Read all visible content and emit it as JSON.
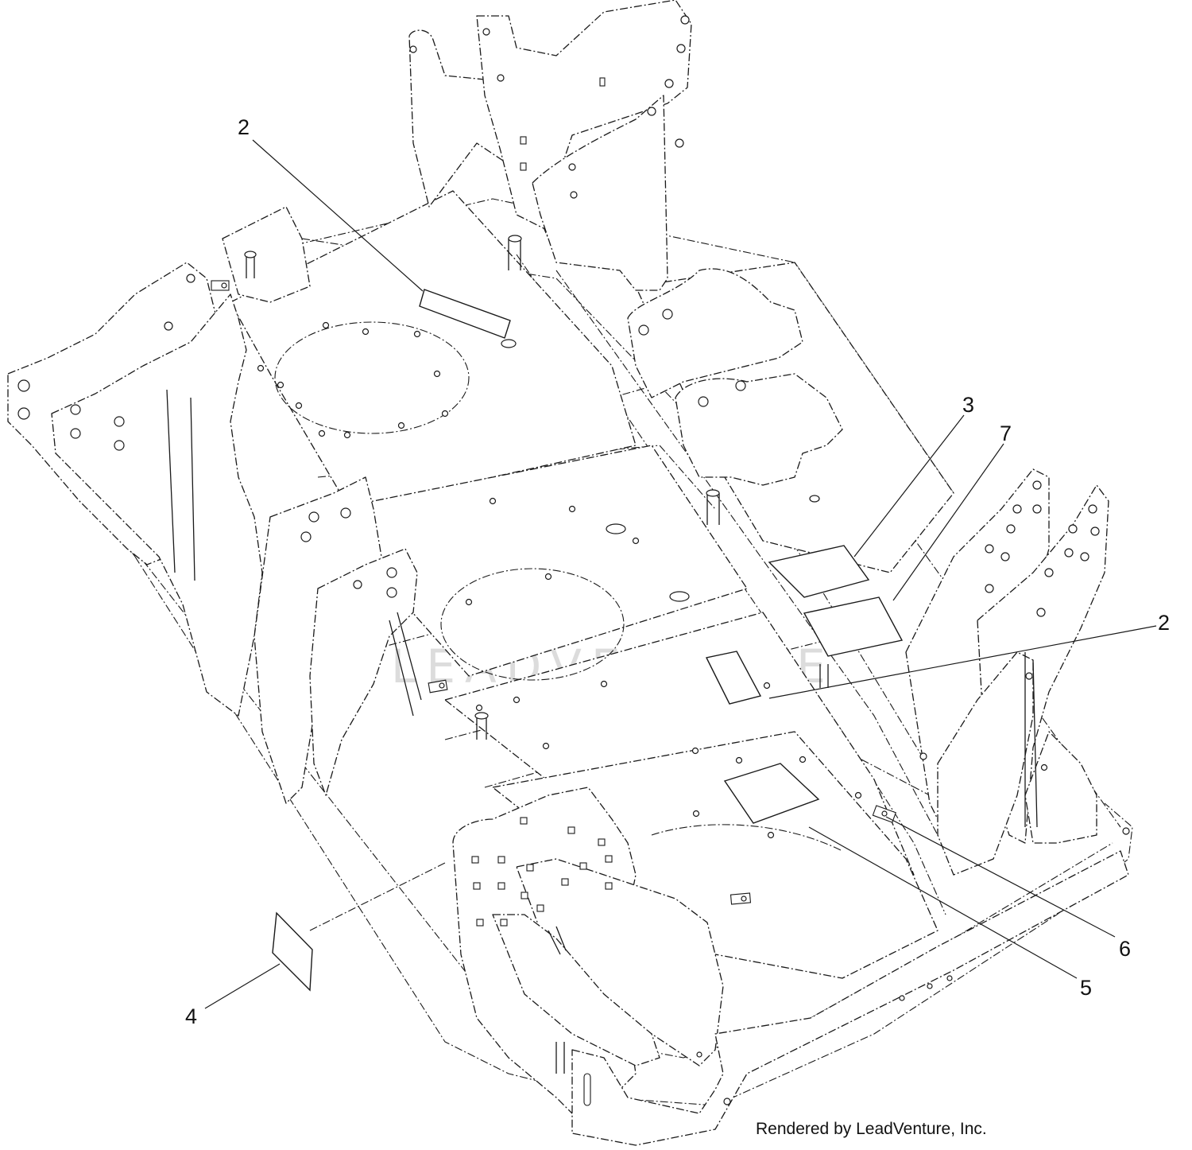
{
  "watermark": {
    "text": "LEADVENTURE"
  },
  "credit": "Rendered by LeadVenture, Inc.",
  "callouts": [
    {
      "id": "callout-2-top",
      "label": "2"
    },
    {
      "id": "callout-3",
      "label": "3"
    },
    {
      "id": "callout-7",
      "label": "7"
    },
    {
      "id": "callout-2-right",
      "label": "2"
    },
    {
      "id": "callout-6",
      "label": "6"
    },
    {
      "id": "callout-5",
      "label": "5"
    },
    {
      "id": "callout-4",
      "label": "4"
    }
  ]
}
